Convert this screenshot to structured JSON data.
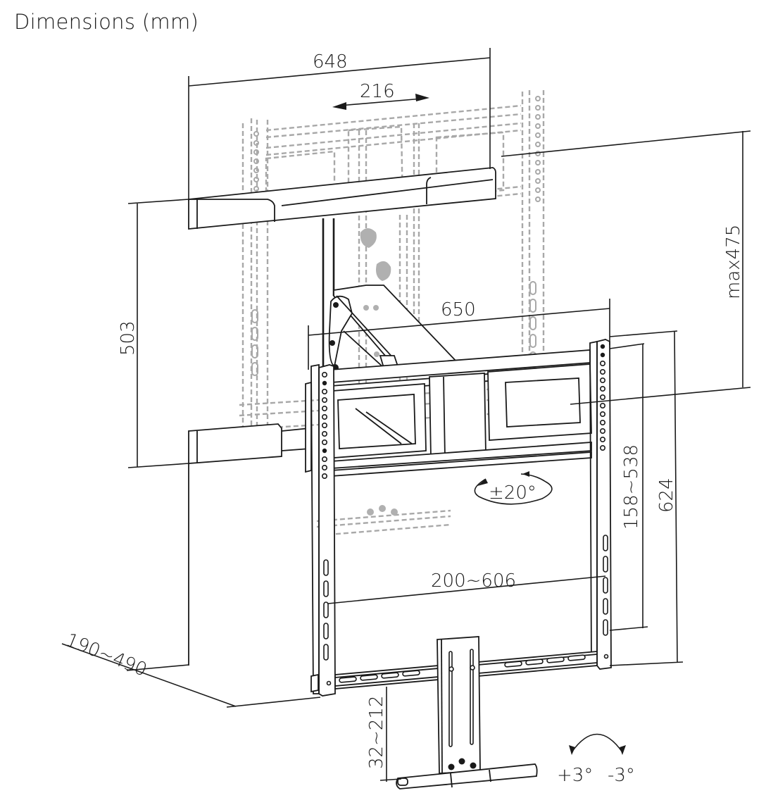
{
  "title": "Dimensions (mm)",
  "colors": {
    "line": "#1a1a1a",
    "ghost_outline": "#a8a8a8",
    "background": "#ffffff"
  },
  "dimensions": {
    "top_bar_width": "648",
    "lateral_shift": "216",
    "arm_reach": "650",
    "vertical_travel": "503",
    "max_height": "max475",
    "vertical_hole_range": "158~538",
    "bracket_height": "624",
    "horizontal_hole_range": "200~606",
    "wall_depth": "190~490",
    "shelf_drop": "32~212"
  },
  "angles": {
    "swivel": "±20°",
    "tilt_plus": "+3°",
    "tilt_minus": "-3°"
  }
}
